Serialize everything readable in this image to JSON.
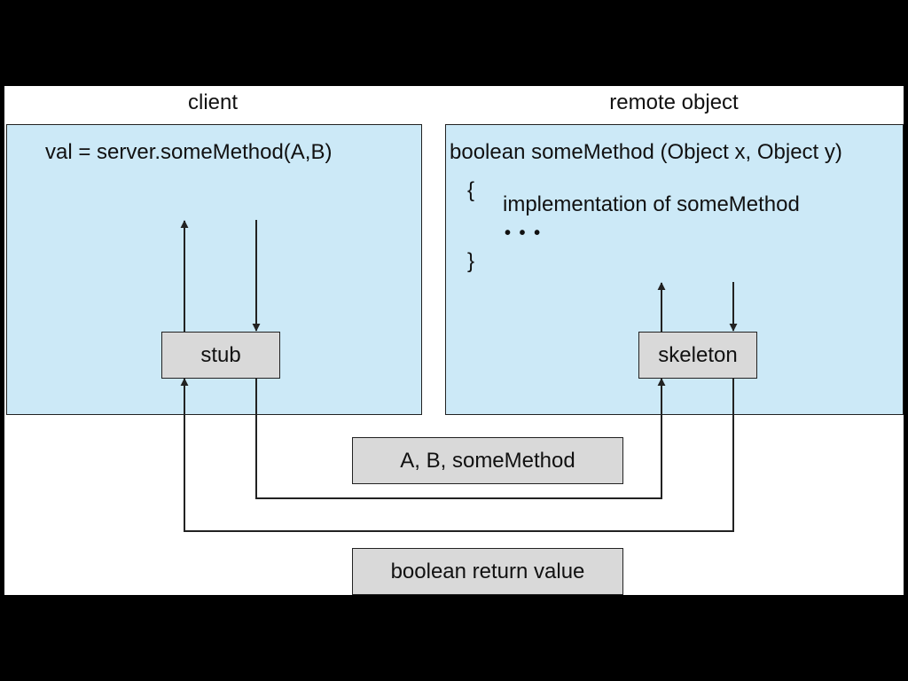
{
  "client": {
    "heading": "client",
    "call": "val = server.someMethod(A,B)",
    "stub_label": "stub"
  },
  "remote": {
    "heading": "remote object",
    "signature": "boolean someMethod (Object x, Object y)",
    "open_brace": "{",
    "implementation": "implementation of someMethod",
    "ellipsis": "• • •",
    "close_brace": "}",
    "skeleton_label": "skeleton"
  },
  "messages": {
    "request": "A, B, someMethod",
    "response": "boolean return value"
  },
  "colors": {
    "panel_fill": "#cce9f7",
    "box_fill": "#d9d9d9",
    "stroke": "#222222"
  }
}
